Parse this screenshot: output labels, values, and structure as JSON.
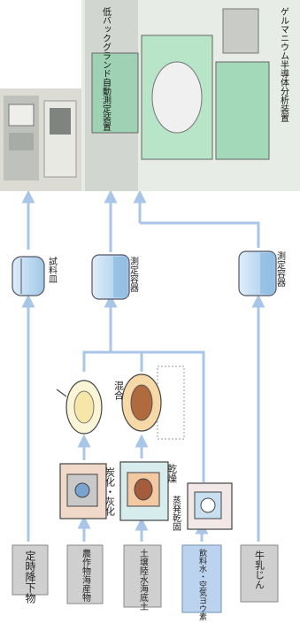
{
  "sources": [
    {
      "id": "fallout",
      "label": "定時降下物"
    },
    {
      "id": "crops",
      "label": "農作物海産物"
    },
    {
      "id": "soil",
      "label": "土壌陸水海底土"
    },
    {
      "id": "water",
      "label": "飲料水・空気ヨウ素"
    },
    {
      "id": "milk",
      "label": "牛乳じん"
    }
  ],
  "steps": {
    "carbonize": "炭化・灰化",
    "dry": "乾燥",
    "mix": "混合",
    "evaporate": "蒸発乾固",
    "sample_dish": "試料皿",
    "container_1": "測定容器",
    "container_2": "測定容器"
  },
  "instruments": {
    "beta": "低バックグランド自動測定装置",
    "gamma": "ゲルマニウム半導体分析装置"
  },
  "colors": {
    "arrow": "#a9c6e9",
    "source_box": "#cfcfcf",
    "source_box_blue": "#bcd3ef"
  },
  "icons": [
    "furnace-icon",
    "dryer-icon",
    "kettle-icon",
    "mixing-bowl-icon",
    "evaporator-icon",
    "petri-dish-icon",
    "measuring-cup-icon",
    "lab-photo"
  ]
}
